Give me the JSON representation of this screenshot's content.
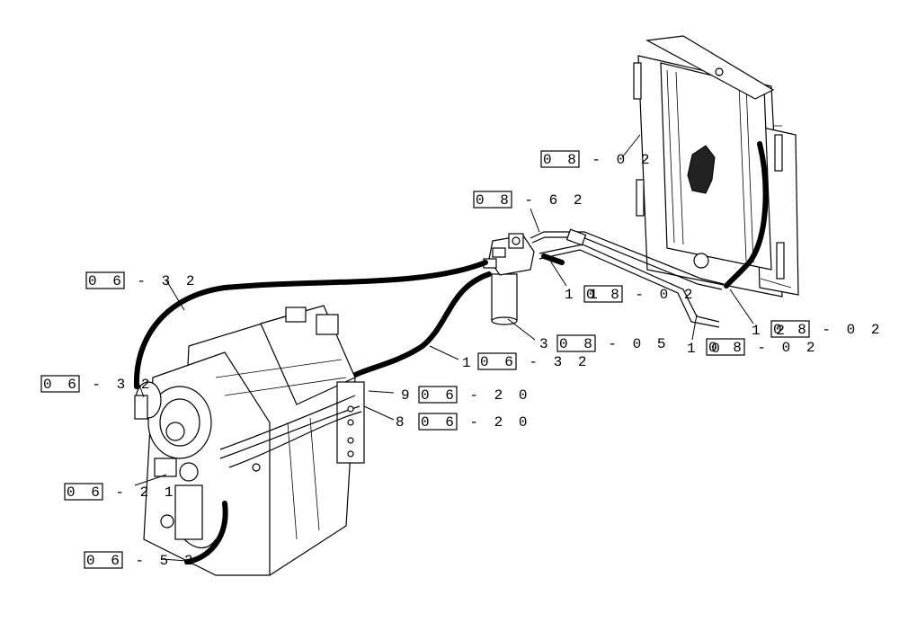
{
  "callouts": [
    {
      "id": "c1",
      "ref": "0 8 - 0 2",
      "item": ""
    },
    {
      "id": "c2",
      "ref": "0 8 - 6 2",
      "item": ""
    },
    {
      "id": "c3",
      "ref": "0 6 - 3 2",
      "item": ""
    },
    {
      "id": "c4",
      "ref": "0 8 - 0 2",
      "item": "1 1"
    },
    {
      "id": "c5",
      "ref": "0 8 - 0 5",
      "item": "3"
    },
    {
      "id": "c6",
      "ref": "0 8 - 0 2",
      "item": "1 2"
    },
    {
      "id": "c7",
      "ref": "0 8 - 0 2",
      "item": "1 0"
    },
    {
      "id": "c8",
      "ref": "0 6 - 3 2",
      "item": "1"
    },
    {
      "id": "c9",
      "ref": "0 6 - 3 2",
      "item": ""
    },
    {
      "id": "c10",
      "ref": "0 6 - 2 0",
      "item": "9"
    },
    {
      "id": "c11",
      "ref": "0 6 - 2 0",
      "item": "8"
    },
    {
      "id": "c12",
      "ref": "0 6 - 2 1",
      "item": ""
    },
    {
      "id": "c13",
      "ref": "0 6 - 5 2",
      "item": ""
    }
  ]
}
